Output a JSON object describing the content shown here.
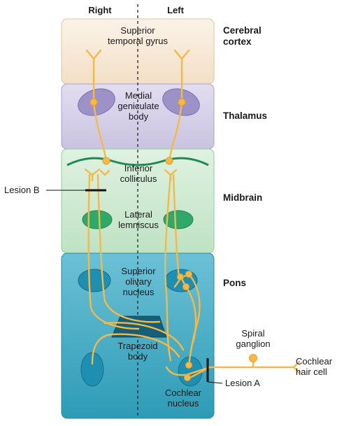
{
  "header": {
    "right": "Right",
    "left": "Left"
  },
  "regions": {
    "cortex": "Cerebral\ncortex",
    "thalamus": "Thalamus",
    "midbrain": "Midbrain",
    "pons": "Pons"
  },
  "structures": {
    "superior_temporal_gyrus": "Superior\ntemporal gyrus",
    "medial_geniculate_body": "Medial\ngeniculate\nbody",
    "inferior_colliculus": "Inferior\ncolliculus",
    "lateral_lemniscus": "Lateral\nlemniscus",
    "superior_olivary_nucleus": "Superior\nolivary\nnucleus",
    "trapezoid_body": "Trapezoid\nbody",
    "cochlear_nucleus": "Cochlear\nnucleus",
    "spiral_ganglion": "Spiral\nganglion",
    "cochlear_hair_cell": "Cochlear\nhair cell"
  },
  "lesions": {
    "a": "Lesion A",
    "b": "Lesion B"
  },
  "colors": {
    "cortex_fill": "#f8ead8",
    "thalamus_fill": "#d6d2ea",
    "midbrain_fill": "#cfe9d2",
    "pons_fill": "#3aa6c0",
    "pathway": "#f5b94a",
    "nucleus_purple": "#9c92c8",
    "nucleus_green": "#2fa868",
    "nucleus_teal": "#1e8fb0"
  }
}
